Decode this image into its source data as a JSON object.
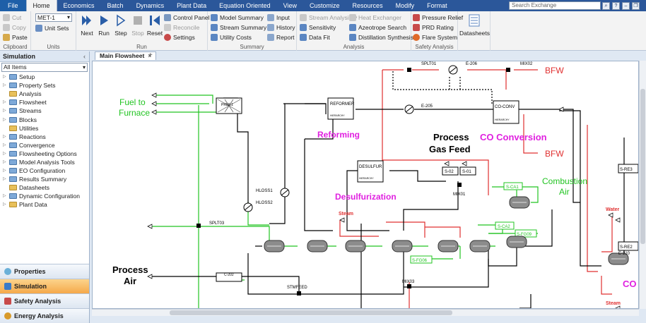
{
  "menu": {
    "tabs": [
      {
        "label": "File"
      },
      {
        "label": "Home"
      },
      {
        "label": "Economics"
      },
      {
        "label": "Batch"
      },
      {
        "label": "Dynamics"
      },
      {
        "label": "Plant Data"
      },
      {
        "label": "Equation Oriented"
      },
      {
        "label": "View"
      },
      {
        "label": "Customize"
      },
      {
        "label": "Resources"
      },
      {
        "label": "Modify"
      },
      {
        "label": "Format"
      }
    ],
    "active_tab": "Home",
    "search_placeholder": "Search Exchange"
  },
  "ribbon": {
    "clipboard": {
      "cut": "Cut",
      "copy": "Copy",
      "paste": "Paste",
      "label": "Clipboard"
    },
    "units": {
      "selected": "MET-1",
      "unit_sets": "Unit Sets",
      "label": "Units"
    },
    "run": {
      "next": "Next",
      "run": "Run",
      "step": "Step",
      "stop": "Stop",
      "reset": "Reset",
      "label": "Run"
    },
    "run_side": {
      "control_panel": "Control Panel",
      "reconcile": "Reconcile",
      "settings": "Settings"
    },
    "summary": {
      "model_summary": "Model Summary",
      "stream_summary": "Stream Summary",
      "utility_costs": "Utility Costs",
      "input": "Input",
      "history": "History",
      "report": "Report",
      "label": "Summary"
    },
    "analysis": {
      "stream_analysis": "Stream Analysis",
      "sensitivity": "Sensitivity",
      "data_fit": "Data Fit",
      "heat_exchanger": "Heat Exchanger",
      "azeotrope_search": "Azeotrope Search",
      "distillation_synthesis": "Distillation Synthesis",
      "label": "Analysis"
    },
    "safety": {
      "pressure_relief": "Pressure Relief",
      "prd_rating": "PRD Rating",
      "flare_system": "Flare System",
      "label": "Safety Analysis"
    },
    "datasheets": "Datasheets"
  },
  "left_panel": {
    "title": "Simulation",
    "filter": "All Items",
    "tree": [
      {
        "label": "Setup",
        "expandable": true
      },
      {
        "label": "Property Sets",
        "expandable": true
      },
      {
        "label": "Analysis",
        "expandable": false
      },
      {
        "label": "Flowsheet",
        "expandable": true
      },
      {
        "label": "Streams",
        "expandable": true
      },
      {
        "label": "Blocks",
        "expandable": true
      },
      {
        "label": "Utilities",
        "expandable": false
      },
      {
        "label": "Reactions",
        "expandable": true
      },
      {
        "label": "Convergence",
        "expandable": true
      },
      {
        "label": "Flowsheeting Options",
        "expandable": true
      },
      {
        "label": "Model Analysis Tools",
        "expandable": true
      },
      {
        "label": "EO Configuration",
        "expandable": true
      },
      {
        "label": "Results Summary",
        "expandable": true
      },
      {
        "label": "Datasheets",
        "expandable": false
      },
      {
        "label": "Dynamic Configuration",
        "expandable": true
      },
      {
        "label": "Plant Data",
        "expandable": true
      }
    ],
    "nav": [
      {
        "label": "Properties",
        "active": false
      },
      {
        "label": "Simulation",
        "active": true
      },
      {
        "label": "Safety Analysis",
        "active": false
      },
      {
        "label": "Energy Analysis",
        "active": false
      }
    ]
  },
  "flowsheet": {
    "tab_label": "Main Flowsheet",
    "annotations": {
      "fuel_to_furnace_1": "Fuel to",
      "fuel_to_furnace_2": "Furnace",
      "reforming": "Reforming",
      "desulfurization": "Desulfurization",
      "process_gas_feed_1": "Process",
      "process_gas_feed_2": "Gas Feed",
      "co_conversion": "CO Conversion",
      "combustion_air_1": "Combustion",
      "combustion_air_2": "Air",
      "process_air_1": "Process",
      "process_air_2": "Air",
      "bfw_top": "BFW",
      "bfw_mid": "BFW",
      "steam_mid": "Steam",
      "water": "Water",
      "steam_bottom": "Steam",
      "co_partial": "CO"
    },
    "blocks": {
      "reformer": "REFORMER",
      "desulfur": "DESULFUR",
      "co_conv": "CO-CONV",
      "hierarchy": "HIERARCHY",
      "s02": "S-02",
      "s01": "S-01",
      "s_re3": "S-RE3",
      "s_re2": "S-RE2"
    },
    "stream_labels": {
      "splt01": "SPLT01",
      "e206": "E-206",
      "mix02": "MIX02",
      "e205": "E-205",
      "hloss1": "HLOSS1",
      "hloss2": "HLOSS2",
      "splt03": "SPLT03",
      "mix01": "MIX01",
      "mix03": "MIX03",
      "stmfeed": "STMFEED",
      "s_ca1": "S-CA1",
      "s_ca2": "S-CA2",
      "s_fg09": "S-FG09",
      "s_fg06": "S-FG06",
      "e210": "E-210",
      "c202": "C-202"
    }
  }
}
